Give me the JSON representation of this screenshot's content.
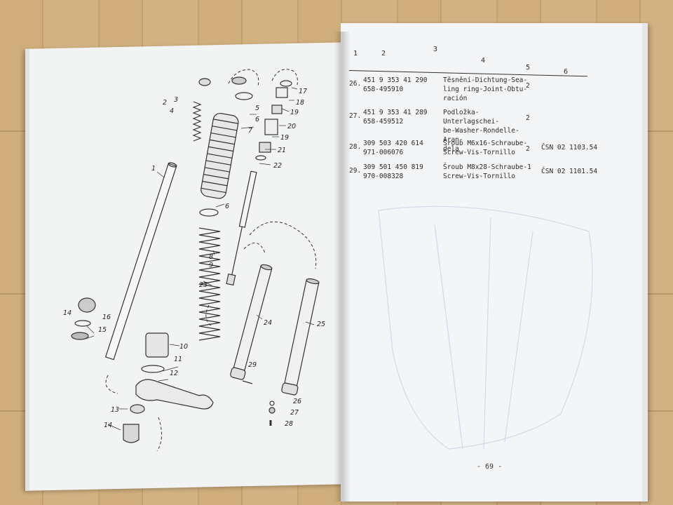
{
  "right_page": {
    "column_headers": [
      "1",
      "2",
      "3",
      "4",
      "5",
      "6"
    ],
    "rows": [
      {
        "no": "26.",
        "codes": [
          "451 9 353 41 290",
          "658-495910"
        ],
        "description": [
          "Těsnění-Dichtung-Sea-",
          "ling ring-Joint-Obtu-",
          "ración"
        ],
        "qty": "2",
        "norm": ""
      },
      {
        "no": "27.",
        "codes": [
          "451 9 353 41 289",
          "658-459512"
        ],
        "description": [
          "Podložka-Unterlagschei-",
          "be-Washer-Rondelle-Aran-",
          "dela"
        ],
        "qty": "2",
        "norm": ""
      },
      {
        "no": "28.",
        "codes": [
          "309 503 420 614",
          "971-006076"
        ],
        "description": [
          "Šroub M6x16-Schraube-",
          "Screw-Vis-Tornillo"
        ],
        "qty": "2",
        "norm": "ČSN 02 1103.54"
      },
      {
        "no": "29.",
        "codes": [
          "309 501 450 819",
          "970-008328"
        ],
        "description": [
          "Šroub M8x28-Schraube-1",
          "Screw-Vis-Tornillo"
        ],
        "qty": "",
        "norm": "ČSN 02 1101.54"
      }
    ],
    "page_number": "- 69 -"
  },
  "left_page": {
    "callouts": [
      "1",
      "2",
      "3",
      "4",
      "5",
      "6",
      "7",
      "6",
      "8",
      "9",
      "10",
      "11",
      "12",
      "13",
      "14",
      "15",
      "16",
      "14",
      "17",
      "18",
      "19",
      "20",
      "19",
      "21",
      "22",
      "23",
      "24",
      "25",
      "26",
      "27",
      "28",
      "29"
    ]
  }
}
